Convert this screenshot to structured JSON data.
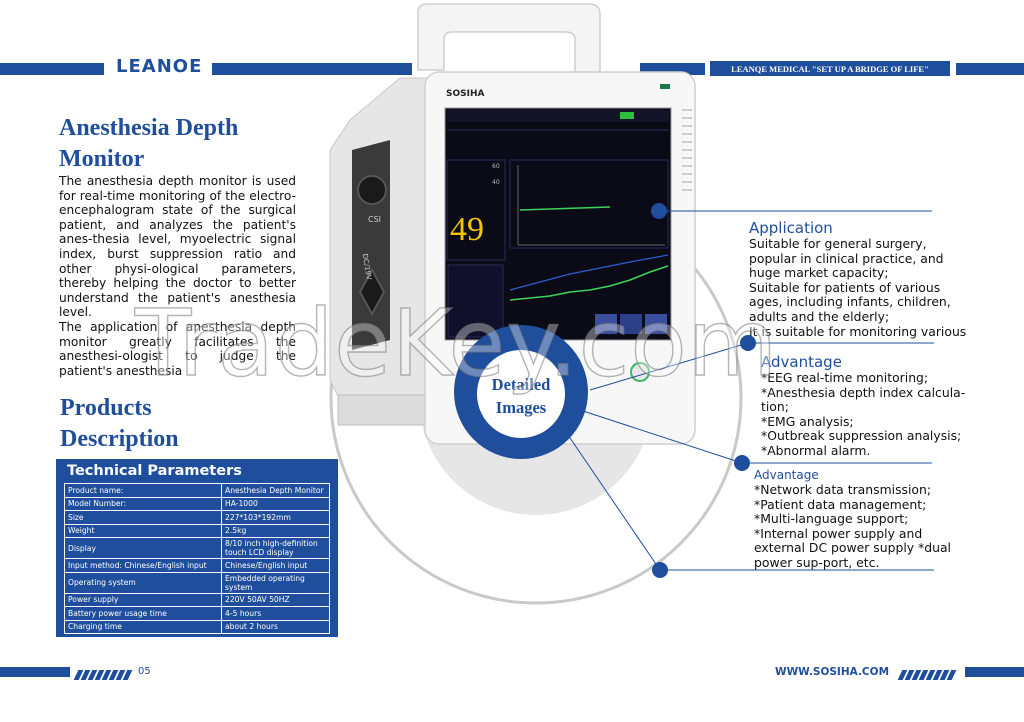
{
  "header": {
    "logo": "LEANOE",
    "slogan": "LEANQE MEDICAL \"SET UP A BRIDGE OF LIFE\""
  },
  "intro": {
    "title_line1": "Anesthesia Depth",
    "title_line2": "Monitor",
    "paragraph1": "The anesthesia depth monitor is used for real-time monitoring of the electro-encephalogram state of the surgical patient, and analyzes the patient's anes-thesia level, myoelectric signal index, burst suppression ratio and other physi-ological parameters, thereby helping the doctor to better understand the patient's anesthesia level.",
    "paragraph2": "The application of anesthesia depth monitor greatly facilitates the anesthesi-ologist to judge the patient's anesthesia"
  },
  "products": {
    "title_line1": "Products",
    "title_line2": "Description"
  },
  "tech": {
    "heading": "Technical Parameters",
    "rows": [
      {
        "label": "Product name:",
        "value": "Anesthesia Depth Monitor"
      },
      {
        "label": "Model Number:",
        "value": "HA-1000"
      },
      {
        "label": "Size",
        "value": "227*103*192mm"
      },
      {
        "label": "Weight",
        "value": "2.5kg"
      },
      {
        "label": "Display",
        "value": "8/10 inch high-definition touch LCD display"
      },
      {
        "label": "Input method: Chinese/English input",
        "value": "Chinese/English input"
      },
      {
        "label": "Operating system",
        "value": "Embedded operating system"
      },
      {
        "label": "Power supply",
        "value": "220V  50AV  50HZ"
      },
      {
        "label": "Battery power usage time",
        "value": "4-5 hours"
      },
      {
        "label": "Charging time",
        "value": "about 2 hours"
      }
    ]
  },
  "device": {
    "brand": "SOSIHA",
    "port1": "CSI",
    "port2": "DC/19V",
    "reading": "49",
    "scale_top": "60",
    "scale_bottom": "40"
  },
  "badge": {
    "line1": "Detailed",
    "line2": "Images"
  },
  "application": {
    "title": "Application",
    "text": "Suitable for general surgery, popular in clinical practice, and huge market capacity;\nSuitable for patients of various ages, including infants, children, adults and the elderly;\nIt is suitable for monitoring various"
  },
  "advantage1": {
    "title": "Advantage",
    "text": "*EEG real-time monitoring;\n*Anesthesia depth index    calcula-tion;\n*EMG analysis;\n*Outbreak suppression  analysis;\n*Abnormal alarm."
  },
  "advantage2": {
    "title": "Advantage",
    "text": "*Network data transmission;\n*Patient data management;\n*Multi-language support;\n*Internal power supply and  external DC power supply *dual power sup-port, etc."
  },
  "footer": {
    "page_number": "05",
    "website": "WWW.SOSIHA.COM"
  },
  "watermark": "TradeKey.com",
  "colors": {
    "brand_blue": "#1f4e9c",
    "screen_bg": "#0b0b18",
    "device_white": "#f2f2f2"
  }
}
